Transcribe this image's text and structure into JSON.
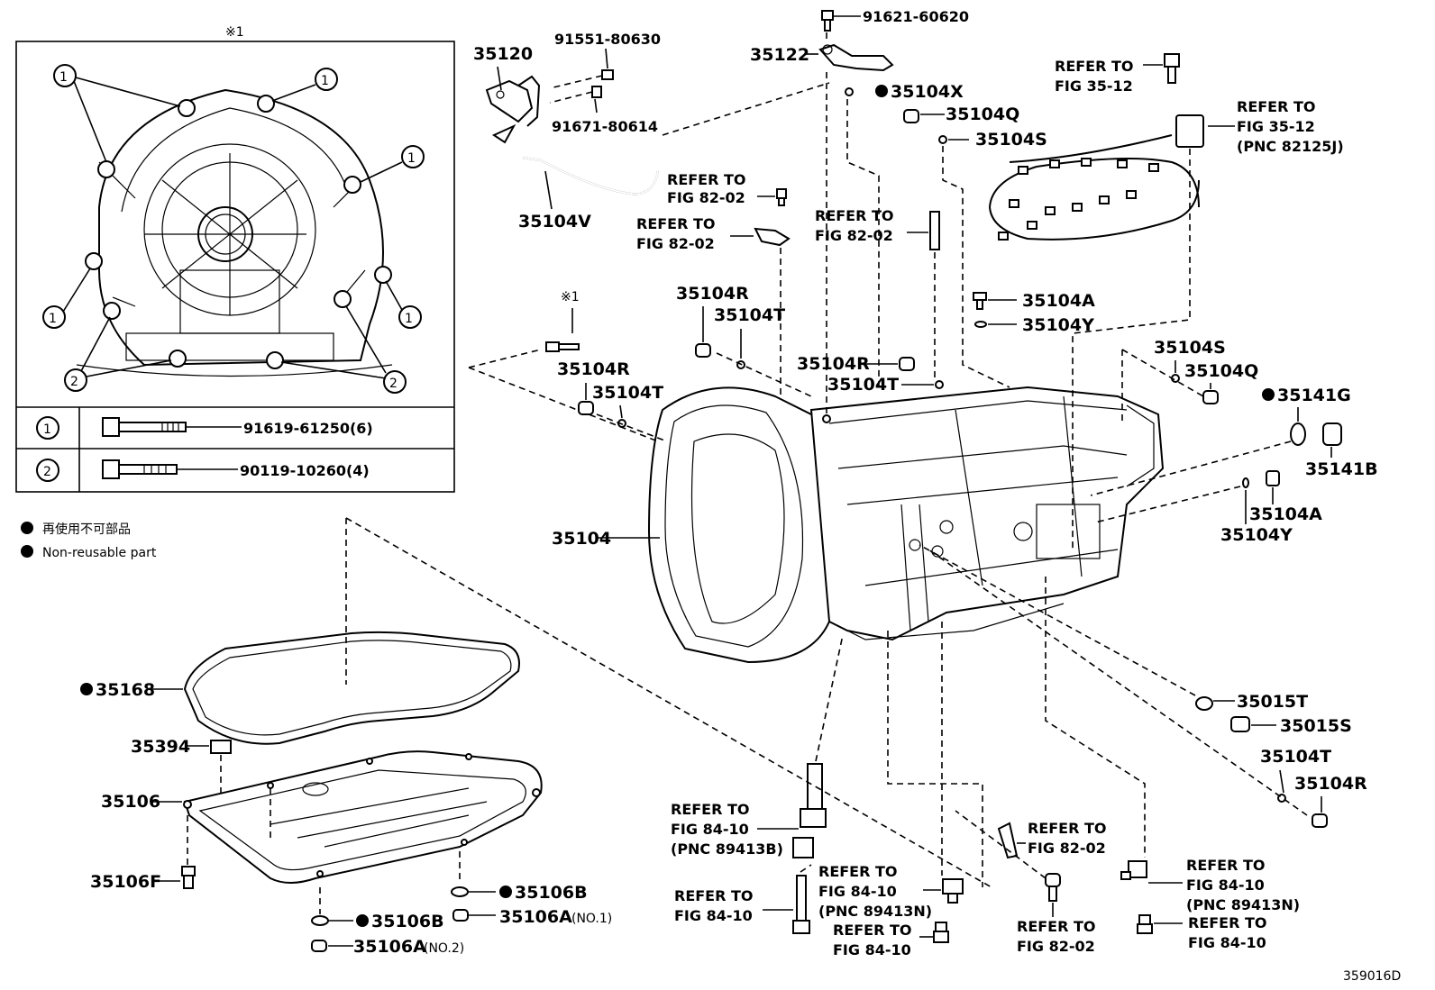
{
  "inset": {
    "mark": "※1",
    "legend": [
      {
        "circle": "1",
        "label": "91619-61250(6)"
      },
      {
        "circle": "2",
        "label": "90119-10260(4)"
      }
    ]
  },
  "key": {
    "jp": "再使用不可部品",
    "en": "Non-reusable part"
  },
  "parts": {
    "p35120": "35120",
    "p91551": "91551-80630",
    "p91671": "91671-80614",
    "p35104V": "35104V",
    "p91621": "91621-60620",
    "p35122": "35122",
    "p35104X": "35104X",
    "p35104Q_a": "35104Q",
    "p35104S_a": "35104S",
    "p35104R_a": "35104R",
    "p35104T_a": "35104T",
    "p35104R_b": "35104R",
    "p35104T_b": "35104T",
    "p35104R_c": "35104R",
    "p35104T_c": "35104T",
    "p35104A_a": "35104A",
    "p35104Y_a": "35104Y",
    "p35104S_b": "35104S",
    "p35104Q_b": "35104Q",
    "p35141G": "35141G",
    "p35141B": "35141B",
    "p35104A_b": "35104A",
    "p35104Y_b": "35104Y",
    "p35104": "35104",
    "p35015T": "35015T",
    "p35015S": "35015S",
    "p35104T_d": "35104T",
    "p35104R_d": "35104R",
    "p35168": "35168",
    "p35394": "35394",
    "p35106": "35106",
    "p35106F": "35106F",
    "p35106B_a": "35106B",
    "p35106A_a": "35106A",
    "p35106A_a_note": "(NO.1)",
    "p35106B_b": "35106B",
    "p35106A_b": "35106A",
    "p35106A_b_note": "(NO.2)",
    "mark1": "※1"
  },
  "refs": {
    "r1a": "REFER TO",
    "r1b": "FIG 35-12",
    "r2a": "REFER TO",
    "r2b": "FIG 35-12",
    "r2c": "(PNC 82125J)",
    "r3a": "REFER TO",
    "r3b": "FIG 82-02",
    "r4a": "REFER TO",
    "r4b": "FIG 82-02",
    "r5a": "REFER TO",
    "r5b": "FIG 82-02",
    "r6a": "REFER TO",
    "r6b": "FIG 84-10",
    "r6c": "(PNC 89413B)",
    "r7a": "REFER TO",
    "r7b": "FIG 84-10",
    "r8a": "REFER TO",
    "r8b": "FIG 84-10",
    "r8c": "(PNC 89413N)",
    "r9a": "REFER TO",
    "r9b": "FIG 84-10",
    "r10a": "REFER TO",
    "r10b": "FIG 82-02",
    "r11a": "REFER TO",
    "r11b": "FIG 82-02",
    "r12a": "REFER TO",
    "r12b": "FIG 84-10",
    "r12c": "(PNC 89413N)",
    "r13a": "REFER TO",
    "r13b": "FIG 84-10"
  },
  "figure_id": "359016D"
}
